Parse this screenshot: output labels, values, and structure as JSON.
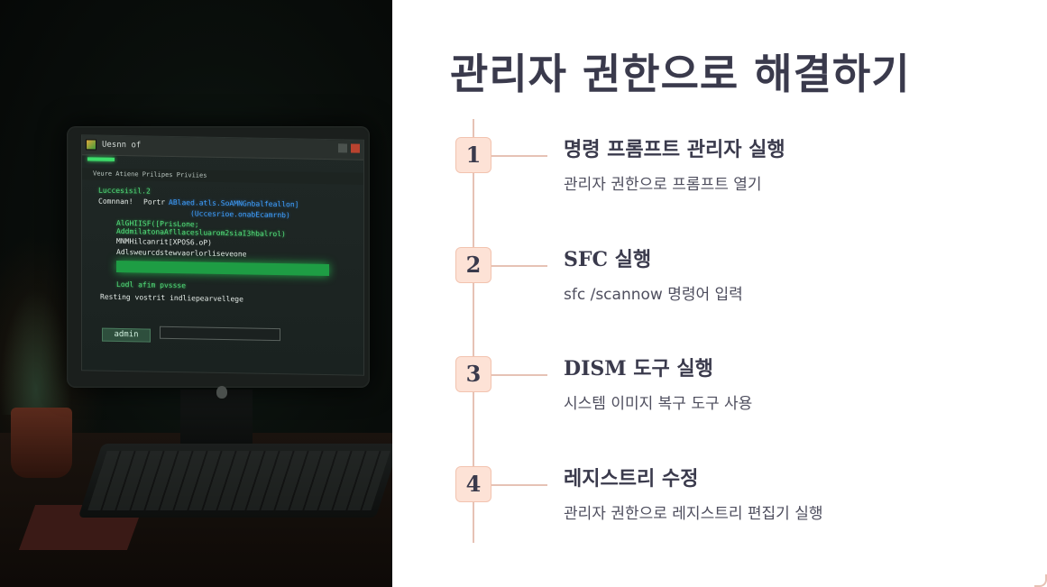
{
  "photo": {
    "window_title": "Uesnn of",
    "menu_text": "Veure Atiene Prilipes   Priviies",
    "terminal_lines": [
      {
        "text": "Luccesisil.2",
        "color": "g"
      },
      {
        "text": "Comnnan!",
        "color": "w"
      },
      {
        "text": "Portr",
        "color": "w"
      },
      {
        "text": "ABlaed.atls.SoAMNGnbalfeallon]",
        "color": "b"
      },
      {
        "text": "(Uccesrioe.onabEcamrnb)",
        "color": "b"
      },
      {
        "text": "AlGHIISF([PrisLone;",
        "color": "g"
      },
      {
        "text": "AddmilatonaAfllacesluarom2siaI3hbalrol)",
        "color": "g"
      },
      {
        "text": "MNMHilcanrit[XPOS6.oP)",
        "color": "w"
      },
      {
        "text": "Adlsweurcdstewvaorlorliseveone",
        "color": "w"
      },
      {
        "text": "Lodl  afim pvssse",
        "color": "g"
      },
      {
        "text": "Resting vostrit indliepearvellege",
        "color": "w"
      }
    ],
    "admin_button": "admin"
  },
  "page": {
    "title": "관리자 권한으로 해결하기"
  },
  "steps": [
    {
      "number": "1",
      "title": "명령 프롬프트 관리자 실행",
      "desc": "관리자 권한으로 프롬프트 열기"
    },
    {
      "number": "2",
      "title": "SFC 실행",
      "desc": "sfc /scannow 명령어 입력"
    },
    {
      "number": "3",
      "title": "DISM 도구 실행",
      "desc": "시스템 이미지 복구 도구 사용"
    },
    {
      "number": "4",
      "title": "레지스트리 수정",
      "desc": "관리자 권한으로 레지스트리 편집기 실행"
    }
  ],
  "colors": {
    "title": "#3a3a4c",
    "accent_box": "#fde2d6",
    "timeline": "#e6c2b5",
    "terminal_green": "#53e07c"
  }
}
